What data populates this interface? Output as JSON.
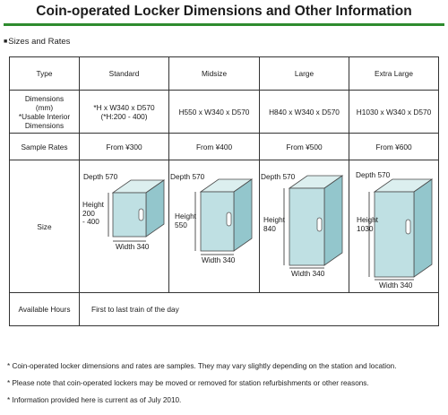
{
  "title": "Coin-operated Locker Dimensions and Other Information",
  "section_heading": "Sizes and Rates",
  "table": {
    "type_label": "Type",
    "types": [
      "Standard",
      "Midsize",
      "Large",
      "Extra Large"
    ],
    "dimensions_label": [
      "Dimensions",
      "(mm)",
      "*Usable Interior",
      "Dimensions"
    ],
    "dimensions": [
      [
        "*H x W340 x D570",
        "(*H:200 - 400)"
      ],
      [
        "H550 x W340 x D570"
      ],
      [
        "H840 x W340 x D570"
      ],
      [
        "H1030 x W340 x D570"
      ]
    ],
    "rates_label": "Sample Rates",
    "rates": [
      "From ¥300",
      "From ¥400",
      "From ¥500",
      "From ¥600"
    ],
    "size_label": "Size",
    "size_diagrams": [
      {
        "depth": "Depth 570",
        "height": [
          "Height",
          "200",
          "- 400"
        ],
        "width": "Width 340"
      },
      {
        "depth": "Depth 570",
        "height": [
          "Height",
          "550"
        ],
        "width": "Width 340"
      },
      {
        "depth": "Depth 570",
        "height": [
          "Height",
          "840"
        ],
        "width": "Width 340"
      },
      {
        "depth": "Depth 570",
        "height": [
          "Height",
          "1030"
        ],
        "width": "Width 340"
      }
    ],
    "hours_label": "Available Hours",
    "hours": "First to last train of the day"
  },
  "notes": [
    "* Coin-operated locker dimensions and rates are samples. They may vary slightly depending on the station and location.",
    "* Please note that coin-operated lockers may be moved or removed for station refurbishments or other reasons.",
    "* Information provided here is current as of July 2010."
  ],
  "colors": {
    "title_rule": "#2e8b2e",
    "locker_front": "#bfe0e3",
    "locker_top": "#dcefef",
    "locker_side": "#93c6cc"
  }
}
